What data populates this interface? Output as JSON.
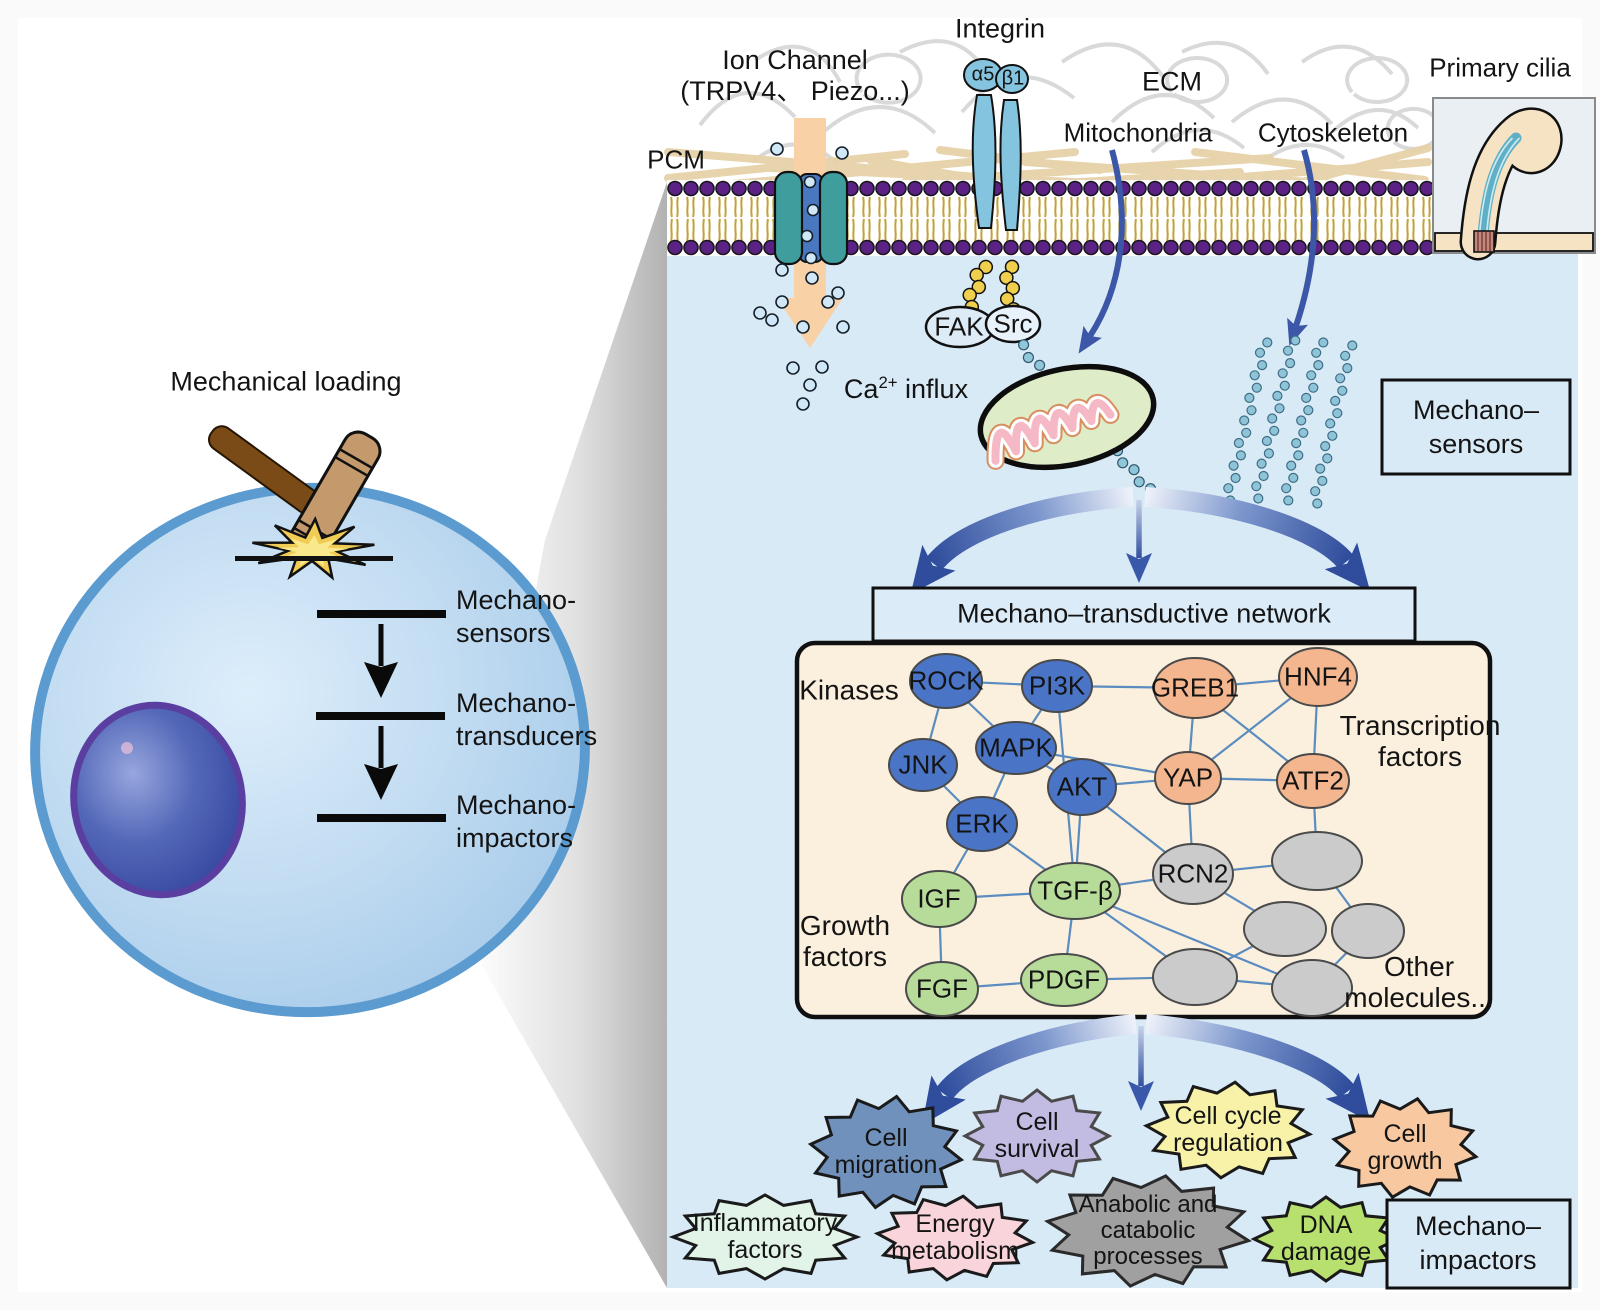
{
  "left": {
    "mechanical_loading": "Mechanical loading",
    "cascade": [
      {
        "line1": "Mechano-",
        "line2": "sensors"
      },
      {
        "line1": "Mechano-",
        "line2": "transducers"
      },
      {
        "line1": "Mechano-",
        "line2": "impactors"
      }
    ]
  },
  "top": {
    "pcm": "PCM",
    "ion_channel_line1": "Ion Channel",
    "ion_channel_line2": "(TRPV4、 Piezo...)",
    "integrin": "Integrin",
    "alpha5": "α5",
    "beta1": "β1",
    "ecm": "ECM",
    "mitochondria": "Mitochondria",
    "cytoskeleton": "Cytoskeleton",
    "primary_cilia": "Primary cilia",
    "fak": "FAK",
    "src": "Src",
    "ca": {
      "base": "Ca",
      "sup": "2+",
      "rest": " influx"
    }
  },
  "stages": {
    "sensors": {
      "line1": "Mechano–",
      "line2": "sensors"
    },
    "network_banner": "Mechano–transductive network",
    "impactors": {
      "line1": "Mechano–",
      "line2": "impactors"
    }
  },
  "network": {
    "groups": {
      "kinases": "Kinases",
      "transcription": {
        "line1": "Transcription",
        "line2": "factors"
      },
      "growth": {
        "line1": "Growth",
        "line2": "factors"
      },
      "other": {
        "line1": "Other",
        "line2": "molecules..."
      }
    },
    "node_labels": {
      "rock": "ROCK",
      "pi3k": "PI3K",
      "greb1": "GREB1",
      "hnf4": "HNF4",
      "jnk": "JNK",
      "mapk": "MAPK",
      "akt": "AKT",
      "yap": "YAP",
      "atf2": "ATF2",
      "erk": "ERK",
      "rcn2": "RCN2",
      "igf": "IGF",
      "tgfb": "TGF-β",
      "fgf": "FGF",
      "pdgf": "PDGF"
    },
    "node_colors": {
      "kinase": "#4a74c6",
      "transcription_factor": "#f4b68e",
      "growth_factor": "#b7dc99",
      "other": "#cbcbcb"
    }
  },
  "outcomes": [
    {
      "label": "Cell migration",
      "color": "#7191bd"
    },
    {
      "label": "Cell survival",
      "color": "#c3bce2"
    },
    {
      "label": "Cell cycle regulation",
      "color": "#f7f2a8"
    },
    {
      "label": "Cell growth",
      "color": "#f8c9a0"
    },
    {
      "label": "Inflammatory factors",
      "color": "#e2f4e8"
    },
    {
      "label": "Energy metabolism",
      "color": "#f9d4da"
    },
    {
      "label": "Anabolic and catabolic processes",
      "color": "#a0a0a0"
    },
    {
      "label": "DNA damage",
      "color": "#b8e06e"
    }
  ]
}
